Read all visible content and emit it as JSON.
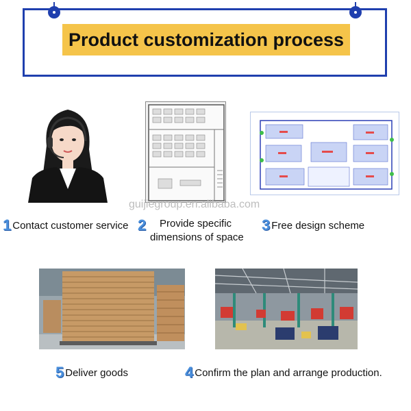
{
  "header": {
    "title": "Product customization process"
  },
  "watermark": "guijiegroup.en.alibaba.com",
  "steps": [
    {
      "number": "1",
      "label": "Contact customer service"
    },
    {
      "number": "2",
      "label_line1": "Provide specific",
      "label_line2": "dimensions of space"
    },
    {
      "number": "3",
      "label": "Free design scheme"
    },
    {
      "number": "5",
      "label": "Deliver goods"
    },
    {
      "number": "4",
      "label": "Confirm the plan and arrange production."
    }
  ],
  "colors": {
    "frame": "#1f3fae",
    "title_bg": "#f5c44a",
    "step_number": "#4a8fdc"
  },
  "images": [
    "customer-service-photo",
    "office-floor-plan",
    "design-scheme-plan",
    "packed-goods-photo",
    "factory-production-photo"
  ]
}
